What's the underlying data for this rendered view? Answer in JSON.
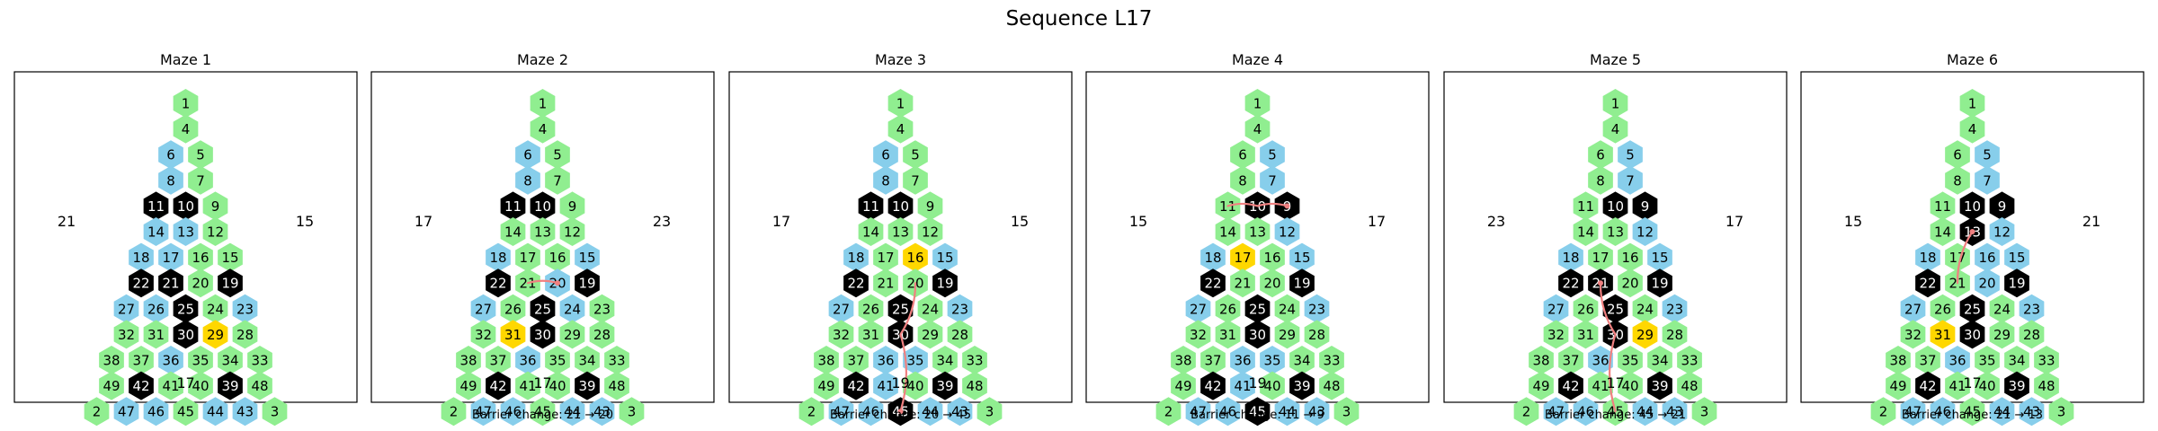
{
  "title": "Sequence L17",
  "colors": {
    "green": "#90EE90",
    "blue": "#87CEEB",
    "black": "#000000",
    "gold": "#FFD700",
    "path": "#F08080"
  },
  "mazes": [
    {
      "title": "Maze 1",
      "left_number": "21",
      "right_number": "15",
      "bottom_number": "17",
      "caption": "",
      "blue": [
        6,
        8,
        13,
        14,
        17,
        18,
        23,
        26,
        27,
        36,
        43,
        44,
        46,
        47
      ],
      "black": [
        10,
        11,
        19,
        21,
        22,
        25,
        30,
        39,
        42
      ],
      "gold": [
        29
      ],
      "path": []
    },
    {
      "title": "Maze 2",
      "left_number": "17",
      "right_number": "23",
      "bottom_number": "17",
      "caption": "Barrier change: 21 → 20",
      "blue": [
        6,
        8,
        15,
        18,
        20,
        24,
        27,
        36,
        43,
        44,
        46,
        47
      ],
      "black": [
        10,
        11,
        19,
        22,
        25,
        30,
        39,
        42
      ],
      "gold": [
        31
      ],
      "path": [
        21,
        20
      ]
    },
    {
      "title": "Maze 3",
      "left_number": "17",
      "right_number": "15",
      "bottom_number": "19",
      "caption": "Barrier change: 20 → 45",
      "blue": [
        6,
        8,
        15,
        18,
        23,
        27,
        35,
        36,
        41,
        43,
        44,
        46,
        47
      ],
      "black": [
        10,
        11,
        19,
        22,
        25,
        30,
        39,
        42,
        45
      ],
      "gold": [
        16
      ],
      "path": [
        20,
        30,
        45
      ]
    },
    {
      "title": "Maze 4",
      "left_number": "15",
      "right_number": "17",
      "bottom_number": "19",
      "caption": "Barrier change: 11 → 9",
      "blue": [
        5,
        7,
        12,
        15,
        18,
        23,
        27,
        35,
        36,
        41,
        43,
        44,
        46,
        47
      ],
      "black": [
        9,
        10,
        19,
        22,
        25,
        30,
        39,
        42,
        45
      ],
      "gold": [
        17
      ],
      "path": [
        11,
        10,
        9
      ]
    },
    {
      "title": "Maze 5",
      "left_number": "23",
      "right_number": "17",
      "bottom_number": "17",
      "caption": "Barrier change: 45 → 21",
      "blue": [
        5,
        7,
        12,
        15,
        18,
        23,
        27,
        36,
        43,
        44,
        46,
        47
      ],
      "black": [
        9,
        10,
        19,
        21,
        22,
        25,
        30,
        39,
        42
      ],
      "gold": [
        29
      ],
      "path": [
        45,
        30,
        21
      ]
    },
    {
      "title": "Maze 6",
      "left_number": "15",
      "right_number": "21",
      "bottom_number": "17",
      "caption": "Barrier change: 21 → 13",
      "blue": [
        5,
        7,
        12,
        15,
        16,
        18,
        20,
        23,
        27,
        36,
        43,
        44,
        46,
        47
      ],
      "black": [
        9,
        10,
        13,
        19,
        22,
        25,
        30,
        39,
        42
      ],
      "gold": [
        31
      ],
      "path": [
        21,
        13
      ]
    }
  ]
}
